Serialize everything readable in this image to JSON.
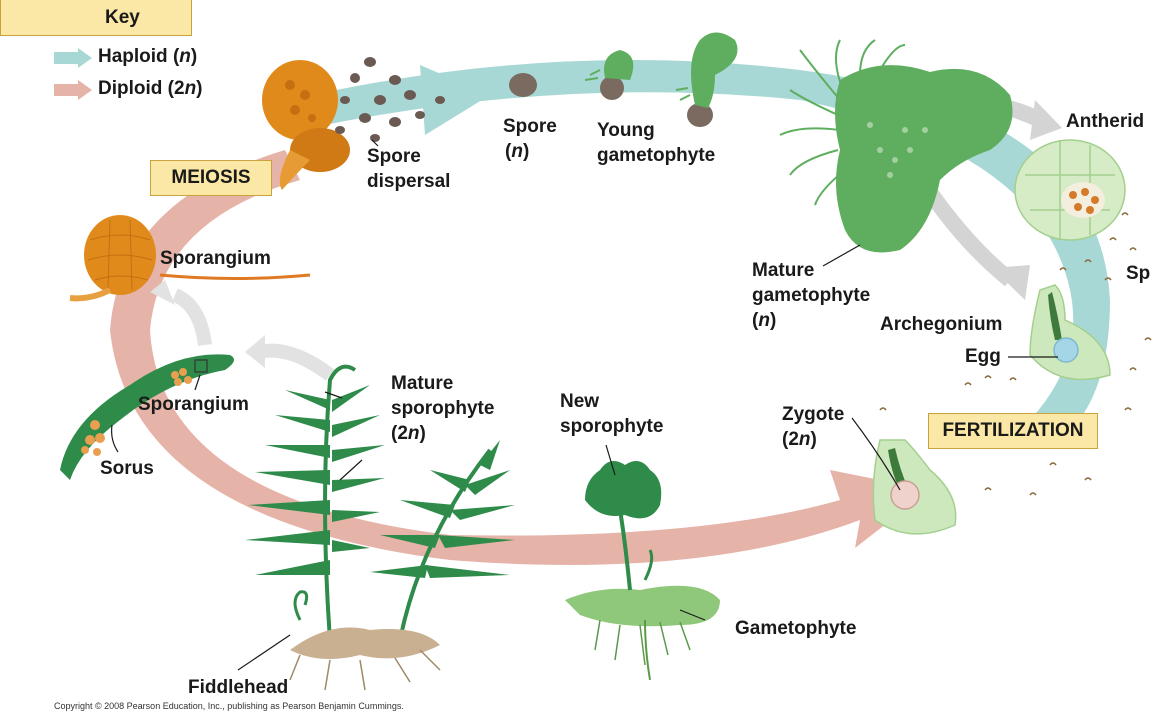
{
  "key": {
    "title": "Key",
    "haploid": {
      "prefix": "Haploid (",
      "symbol": "n",
      "suffix": ")",
      "color": "#a8d8d5"
    },
    "diploid": {
      "prefix": "Diploid (2",
      "symbol": "n",
      "suffix": ")",
      "color": "#e6b3a8"
    }
  },
  "stages": {
    "meiosis": "MEIOSIS",
    "fertilization": "FERTILIZATION"
  },
  "labels": {
    "spore_dispersal_1": "Spore",
    "spore_dispersal_2": "dispersal",
    "spore_1": "Spore",
    "spore_2": "(n)",
    "young_gametophyte_1": "Young",
    "young_gametophyte_2": "gametophyte",
    "antheridium": "Antherid",
    "sperm": "Sp",
    "mature_gametophyte_1": "Mature",
    "mature_gametophyte_2": "gametophyte",
    "mature_gametophyte_3": "(n)",
    "archegonium": "Archegonium",
    "egg": "Egg",
    "zygote_1": "Zygote",
    "zygote_2": "(2n)",
    "new_sporophyte_1": "New",
    "new_sporophyte_2": "sporophyte",
    "gametophyte": "Gametophyte",
    "mature_sporophyte_1": "Mature",
    "mature_sporophyte_2": "sporophyte",
    "mature_sporophyte_3": "(2n)",
    "sporangium_top": "Sporangium",
    "sporangium_leaf": "Sporangium",
    "sorus": "Sorus",
    "fiddlehead": "Fiddlehead"
  },
  "colors": {
    "haploid_arrow": "#a8d8d5",
    "diploid_arrow": "#e6b3a8",
    "gametophyte_green": "#5fae5f",
    "sporangium_orange": "#e08a1c",
    "fern_green": "#2e8b4a",
    "highlight_line": "#e07a22"
  },
  "copyright": "Copyright © 2008 Pearson Education, Inc., publishing as Pearson Benjamin Cummings."
}
